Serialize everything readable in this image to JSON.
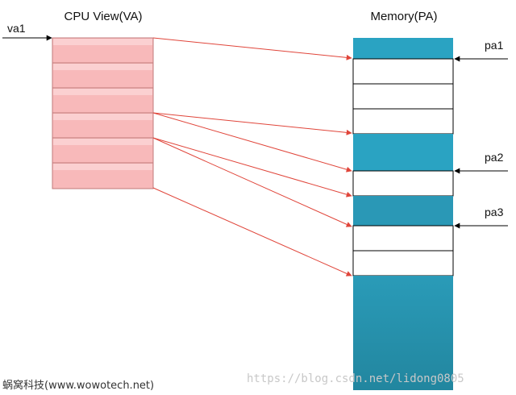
{
  "titles": {
    "cpu_view": "CPU View(VA)",
    "memory": "Memory(PA)"
  },
  "labels": {
    "va1": "va1",
    "pa1": "pa1",
    "pa2": "pa2",
    "pa3": "pa3"
  },
  "watermarks": {
    "left": "蜗窝科技(www.wowotech.net)",
    "right": "https://blog.csdn.net/lidong0805"
  },
  "colors": {
    "va_page_fill": "#f8b9ba",
    "va_page_border": "#c07a7b",
    "pa_free_fill": "#2aa3c2",
    "pa_free_dark_fill": "#2589a6",
    "pa_used_fill": "#ffffff",
    "mapping_arrow": "#e0453a",
    "pointer_arrow": "#000000"
  }
}
